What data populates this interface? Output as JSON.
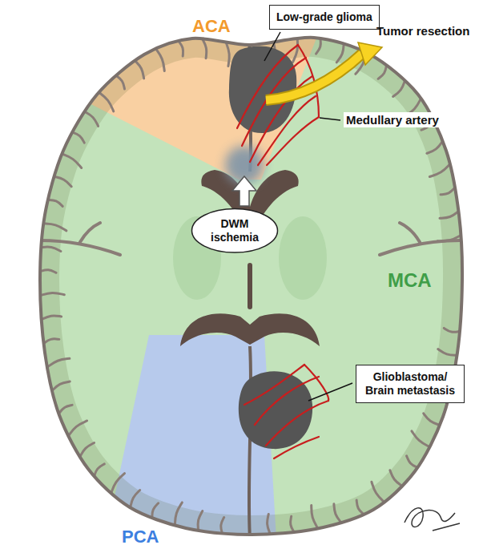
{
  "diagram": {
    "nodes": [
      {
        "text": [
          "Low-grade glioma"
        ]
      },
      {
        "text": [
          "DWM ischemia"
        ]
      },
      {
        "text": [
          "Glioblastoma/ Brain metastasis"
        ]
      }
    ],
    "labels": [
      "ACA",
      "Tumor resection",
      "Medullary artery",
      "MCA",
      "PCA"
    ]
  }
}
